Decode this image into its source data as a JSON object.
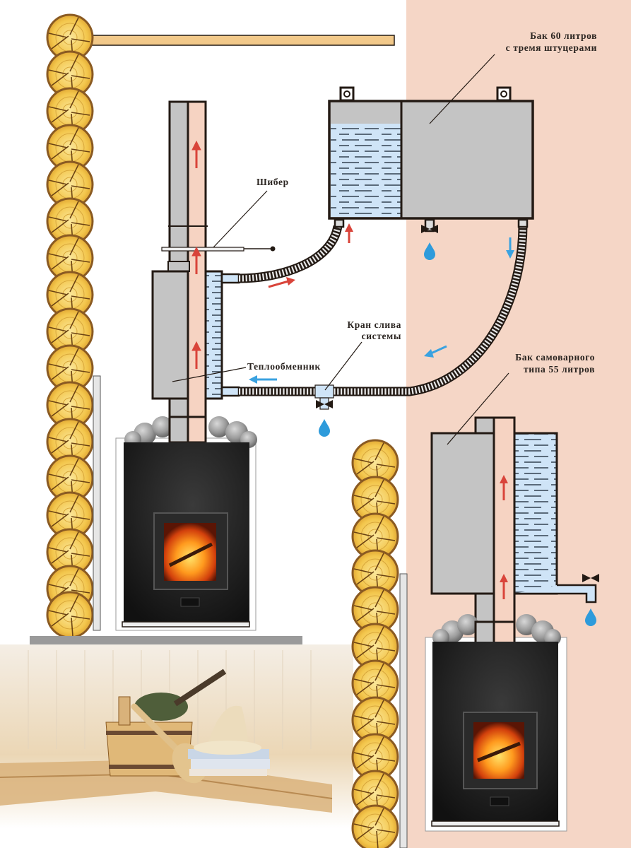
{
  "diagram": {
    "title": "Sauna stove water heating schemes",
    "colors": {
      "background_left": "#ffffff",
      "background_right": "#f5d6c6",
      "outline": "#231a14",
      "metal_gray": "#c4c4c4",
      "flue_pink": "#f6d3c2",
      "water_blue": "#cfe4f7",
      "water_lines": "#5a6a7a",
      "hot_arrow": "#d9443a",
      "cold_arrow": "#3aa2e0",
      "drop_blue": "#2e9bdb",
      "stove_black": "#1e1e1e",
      "log_yellow": "#f2c24a",
      "log_bark": "#8a5a22",
      "wall_strip": "#9a9a9a"
    },
    "labels": {
      "tank60_line1": "Бак 60 литров",
      "tank60_line2": "с тремя штуцерами",
      "damper": "Шибер",
      "drain_valve_line1": "Кран слива",
      "drain_valve_line2": "системы",
      "heat_exchanger": "Теплообменник",
      "samovar_tank_line1": "Бак самоварного",
      "samovar_tank_line2": "типа 55 литров"
    },
    "flow": {
      "hot_direction": "up / to tank",
      "cold_direction": "down / to heat exchanger"
    }
  }
}
